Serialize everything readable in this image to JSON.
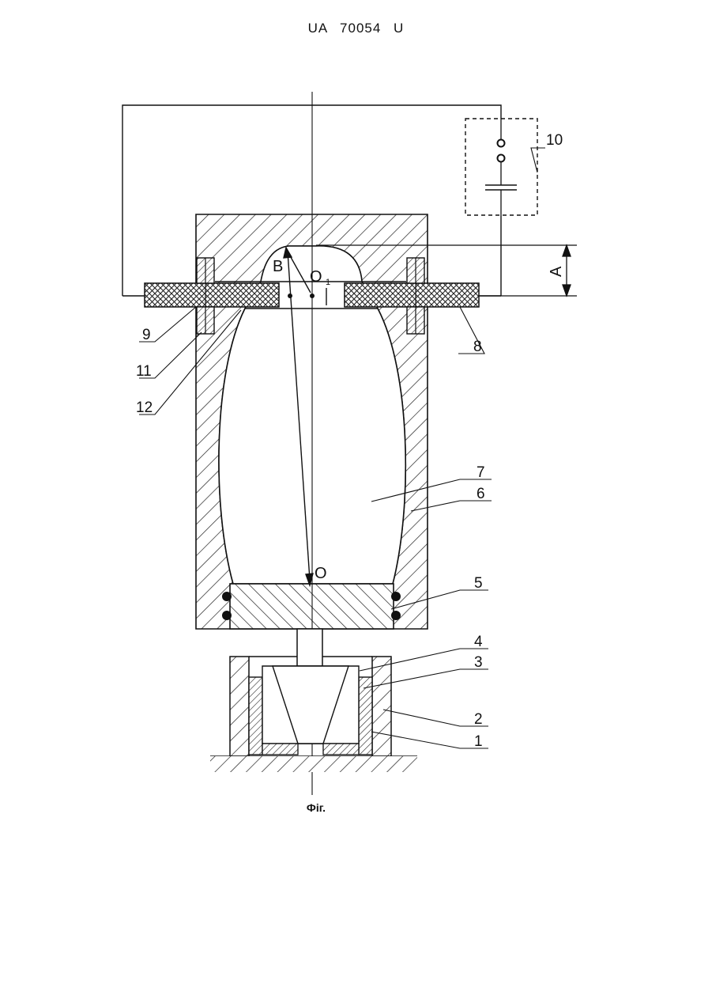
{
  "header": {
    "doc_id": "UA   70054   U"
  },
  "figure": {
    "caption": "Фіг.",
    "point_labels": {
      "B": "B",
      "O1": "O",
      "O1_sub": "1",
      "O": "O",
      "A": "A"
    },
    "part_labels": [
      "1",
      "2",
      "3",
      "4",
      "5",
      "6",
      "7",
      "8",
      "9",
      "10",
      "11",
      "12"
    ]
  }
}
